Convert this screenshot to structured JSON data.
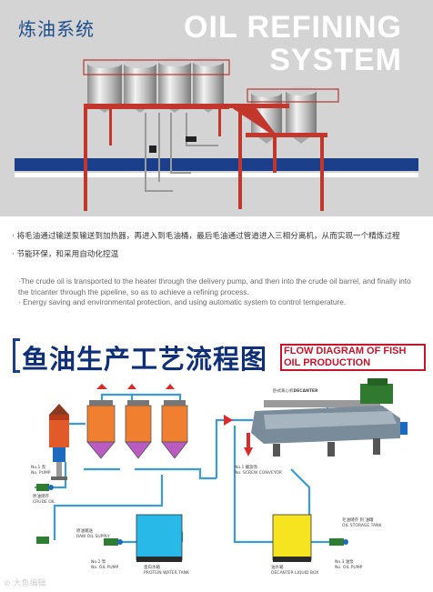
{
  "banner": {
    "title_cn": "炼油系统",
    "title_en_line1": "OIL REFINING",
    "title_en_line2": "SYSTEM"
  },
  "bullets_cn": [
    "· 将毛油通过输送泵输送到加热器，再进入到毛油桶，最后毛油通过管道进入三相分离机，从而实现一个精炼过程",
    "· 节能环保，和采用自动化控温"
  ],
  "bullets_en": [
    "·The crude oil is transported to the heater through the delivery pump, and then into the crude oil barrel, and finally into the tricanter through the pipeline, so as to achieve a refining process.",
    "· Energy saving and environmental protection, and using automatic system to control temperature."
  ],
  "flow": {
    "title_cn": "鱼油生产工艺流程图",
    "title_en_line1": "FLOW DIAGRAM OF FISH",
    "title_en_line2": "OIL PRODUCTION"
  },
  "diagram": {
    "decanter_cn": "卧式离心机",
    "decanter_en": "DECANTER",
    "screw_cn": "No.1 螺旋泵",
    "screw_en": "No. SCREW CONVEYOR",
    "left_cn": "原油储存",
    "left_en": "CRUDE OIL",
    "pump_left": "No.1 泵",
    "pump_left_en": "No. PUMP",
    "center_left_cn": "原油输送",
    "center_left_en": "RAW OIL SUPPLY",
    "pump_mid": "No.2 泵",
    "pump_mid_en": "No. OIL PUMP",
    "tank1_cn": "蛋白水箱",
    "tank1_en": "PROTEIN WATER TANK",
    "tank2_cn": "油水箱",
    "tank2_en": "DECANTER LIQUID BOX",
    "right_cn": "毛油储存 到 油罐",
    "right_en": "OIL STORAGE TANK",
    "pump_right": "No.3 油泵",
    "pump_right_en": "No. OIL PUMP"
  },
  "watermark": "⊘ 大鱼编辑"
}
